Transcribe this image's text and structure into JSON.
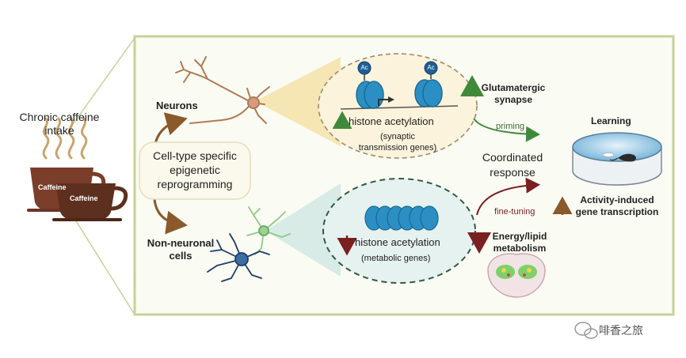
{
  "intake": {
    "line1": "Chronic caffeine",
    "line2": "intake",
    "cup_back_label": "Caffeine",
    "cup_front_label": "Caffeine"
  },
  "reprogramming": {
    "line1": "Cell-type specific",
    "line2": "epigenetic",
    "line3": "reprogramming"
  },
  "neurons": {
    "label": "Neurons",
    "marker_label": "Ac",
    "effect": "histone acetylation",
    "genes_line1": "(synaptic",
    "genes_line2": "transmission genes)"
  },
  "non_neuronal": {
    "label_line1": "Non-neuronal",
    "label_line2": "cells",
    "effect": "histone acetylation",
    "genes": "(metabolic genes)"
  },
  "glutamatergic": {
    "line1": "Glutamatergic",
    "line2": "synapse"
  },
  "priming": "priming",
  "coordinated": {
    "line1": "Coordinated",
    "line2": "response"
  },
  "fine_tuning": "fine-tuning",
  "energy": {
    "line1": "Energy/lipid",
    "line2": "metabolism"
  },
  "learning": "Learning",
  "activity": {
    "line1": "Activity-induced",
    "line2": "gene transcription"
  },
  "watermark": "啡香之旅",
  "colors": {
    "panel_border": "#c7d19a",
    "panel_bg": "#fafbf2",
    "up_arrow": "#3f8a3a",
    "down_arrow": "#7a1f22",
    "brown_arrow": "#8a5a2b",
    "nucleosome": "#2b8fc4",
    "neuron_cone": "#f3df9e",
    "glia_cone": "#cfe7e3"
  }
}
